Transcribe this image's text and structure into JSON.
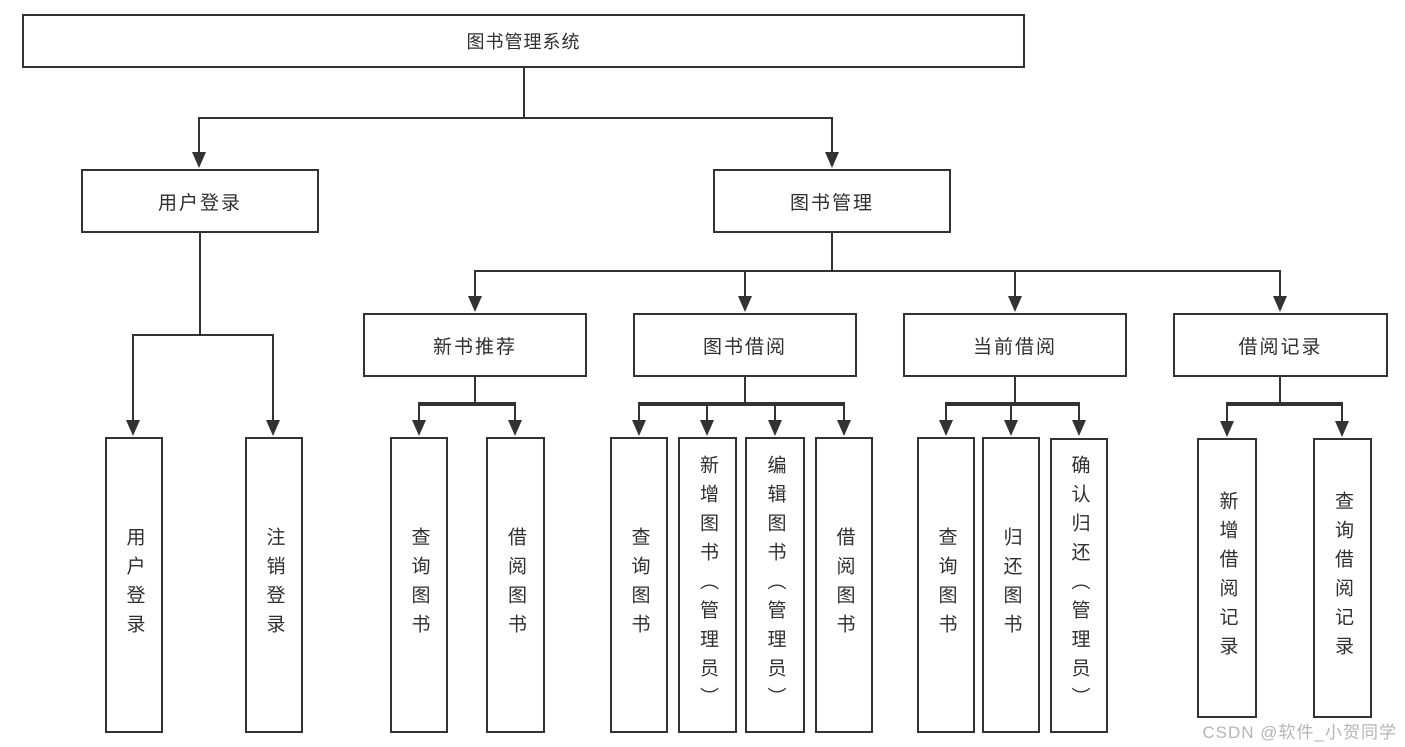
{
  "diagram": {
    "root": {
      "label": "图书管理系统"
    },
    "level2": [
      {
        "label": "用户登录"
      },
      {
        "label": "图书管理"
      }
    ],
    "level3": [
      {
        "label": "新书推荐"
      },
      {
        "label": "图书借阅"
      },
      {
        "label": "当前借阅"
      },
      {
        "label": "借阅记录"
      }
    ],
    "leaves": {
      "user_login": [
        {
          "label": "用户登录"
        },
        {
          "label": "注销登录"
        }
      ],
      "new_book": [
        {
          "label": "查询图书"
        },
        {
          "label": "借阅图书"
        }
      ],
      "book_borrow": [
        {
          "label": "查询图书"
        },
        {
          "label": "新增图书（管理员）"
        },
        {
          "label": "编辑图书（管理员）"
        },
        {
          "label": "借阅图书"
        }
      ],
      "current_borrow": [
        {
          "label": "查询图书"
        },
        {
          "label": "归还图书"
        },
        {
          "label": "确认归还（管理员）"
        }
      ],
      "borrow_records": [
        {
          "label": "新增借阅记录"
        },
        {
          "label": "查询借阅记录"
        }
      ]
    }
  },
  "watermark": {
    "text": "CSDN @软件_小贺同学"
  },
  "colors": {
    "line": "#333333",
    "text": "#2f2f2f",
    "watermark": "#b5b5b5",
    "background": "#ffffff"
  }
}
